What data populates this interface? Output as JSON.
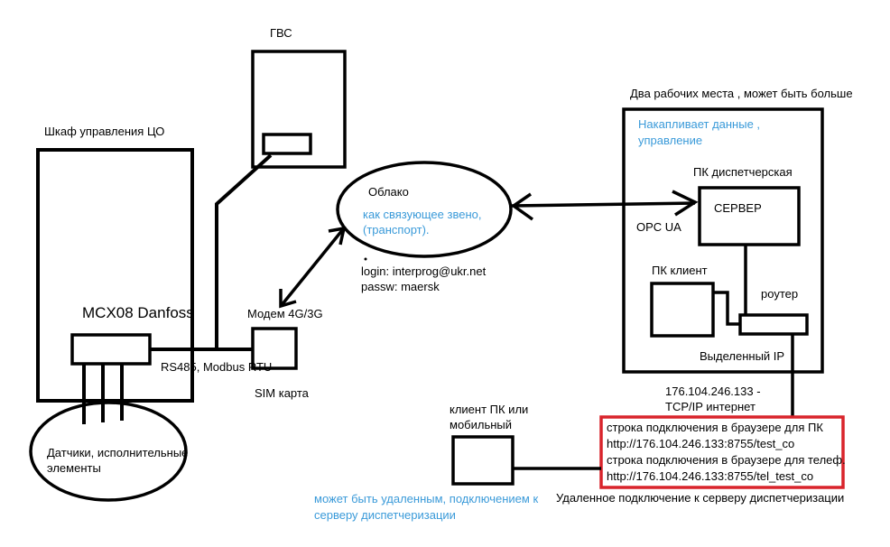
{
  "colors": {
    "line": "#000000",
    "accent_blue": "#3a9ad9",
    "highlight_red": "#d9242b"
  },
  "labels": {
    "gvs": "ГВС",
    "cabinet": "Шкаф управления ЦО",
    "controller": "MCX08 Danfoss",
    "rs485": "RS485, Modbus RTU",
    "modem": "Модем 4G/3G",
    "sim": "SIM карта",
    "sensors_line1": "Датчики, исполнительные",
    "sensors_line2": "элементы",
    "cloud": "Облако",
    "cloud_desc1": "как связующее звено,",
    "cloud_desc2": "(транспорт).",
    "login": "login:   interprog@ukr.net",
    "passw": "passw: maersk",
    "workplaces": "Два рабочих места  , может быть больше",
    "accum1": "Накапливает данные ,",
    "accum2": "управление",
    "pc_dispatch": "ПК диспетчерская",
    "server": "СЕРВЕР",
    "opc": "OPC UA",
    "pc_client": "ПК клиент",
    "router": "роутер",
    "dedicated_ip": "Выделенный IP",
    "ip_line1": "176.104.246.133 -",
    "ip_line2": "TCP/IP  интернет",
    "client_pc1": "клиент ПК или",
    "client_pc2": "мобильный",
    "remote1": "может быть удаленным, подключением к",
    "remote2": "серверу диспетчеризации",
    "remote_conn": "Удаленное подключение к серверу диспетчеризации"
  },
  "connection_box": {
    "line1": "строка подключения в браузере для ПК",
    "line2": "http://176.104.246.133:8755/test_co",
    "line3": "строка подключения в браузере для телеф.",
    "line4": "http://176.104.246.133:8755/tel_test_co"
  }
}
